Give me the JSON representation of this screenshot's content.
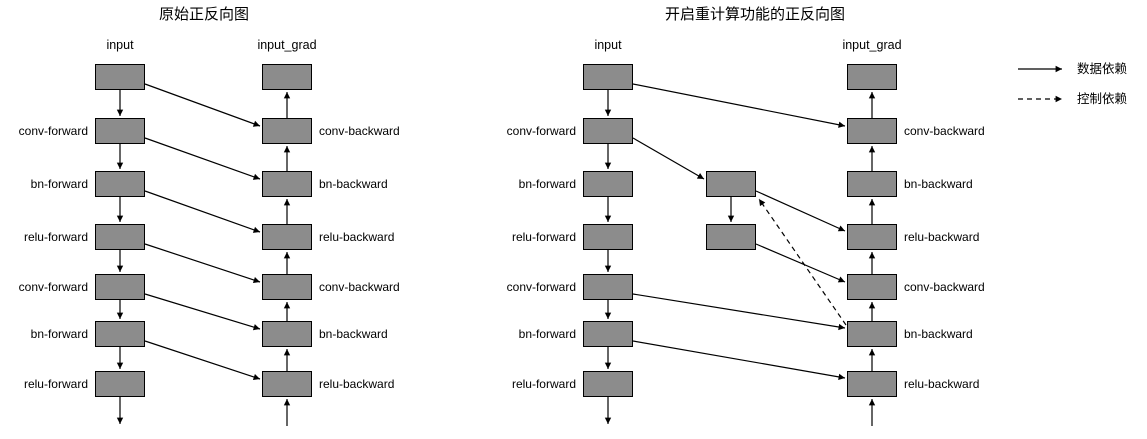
{
  "diagrams": {
    "left": {
      "title": "原始正反向图",
      "forward_header": "input",
      "backward_header": "input_grad",
      "forward_labels": [
        "conv-forward",
        "bn-forward",
        "relu-forward",
        "conv-forward",
        "bn-forward",
        "relu-forward"
      ],
      "backward_labels": [
        "conv-backward",
        "bn-backward",
        "relu-backward",
        "conv-backward",
        "bn-backward",
        "relu-backward"
      ]
    },
    "right": {
      "title": "开启重计算功能的正反向图",
      "forward_header": "input",
      "backward_header": "input_grad",
      "forward_labels": [
        "conv-forward",
        "bn-forward",
        "relu-forward",
        "conv-forward",
        "bn-forward",
        "relu-forward"
      ],
      "backward_labels": [
        "conv-backward",
        "bn-backward",
        "relu-backward",
        "conv-backward",
        "bn-backward",
        "relu-backward"
      ]
    }
  },
  "legend": {
    "data_dependency_label": "数据依赖",
    "control_dependency_label": "控制依赖"
  },
  "colors": {
    "box_fill": "#8c8c8c",
    "box_border": "#000000",
    "arrow": "#000000",
    "background": "#ffffff"
  }
}
